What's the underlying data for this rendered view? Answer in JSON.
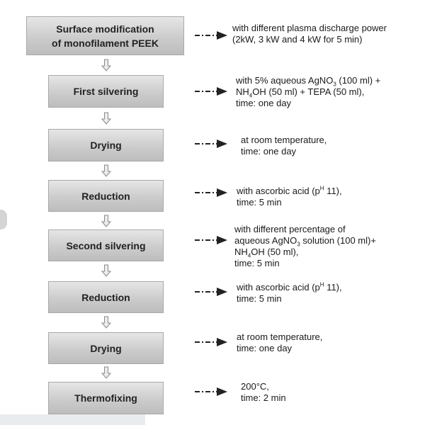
{
  "steps": [
    {
      "label_lines": [
        "Surface modification",
        "of monofilament PEEK"
      ]
    },
    {
      "label_lines": [
        "First silvering"
      ]
    },
    {
      "label_lines": [
        "Drying"
      ]
    },
    {
      "label_lines": [
        "Reduction"
      ]
    },
    {
      "label_lines": [
        "Second silvering"
      ]
    },
    {
      "label_lines": [
        "Reduction"
      ]
    },
    {
      "label_lines": [
        "Drying"
      ]
    },
    {
      "label_lines": [
        "Thermofixing"
      ]
    }
  ],
  "notes": {
    "s0": {
      "l1": "with different plasma discharge power",
      "l2": "(2kW, 3 kW and 4 kW for 5 min)"
    },
    "s1": {
      "l1_a": "with 5% aqueous AgNO",
      "l1_sub": "3",
      "l1_b": " (100 ml) +",
      "l2_a": "NH",
      "l2_sub": "4",
      "l2_b": "OH (50 ml) + TEPA (50 ml),",
      "l3": "time: one day"
    },
    "s2": {
      "l1": "at room temperature,",
      "l2": "time: one day"
    },
    "s3": {
      "l1_a": "with ascorbic acid (p",
      "l1_sup": "H",
      "l1_b": " 11),",
      "l2": "time: 5 min"
    },
    "s4": {
      "l1": "with different percentage of",
      "l2_a": "aqueous  AgNO",
      "l2_sub": "3",
      "l2_b": " solution (100 ml)+",
      "l3_a": "NH",
      "l3_sub": "4",
      "l3_b": "OH (50 ml),",
      "l4": "time: 5 min"
    },
    "s5": {
      "l1_a": "with ascorbic acid (p",
      "l1_sup": "H",
      "l1_b": " 11),",
      "l2": "time: 5 min"
    },
    "s6": {
      "l1": "at room temperature,",
      "l2": "time: one day"
    },
    "s7": {
      "l1": "200°C,",
      "l2": "time: 2 min"
    }
  }
}
